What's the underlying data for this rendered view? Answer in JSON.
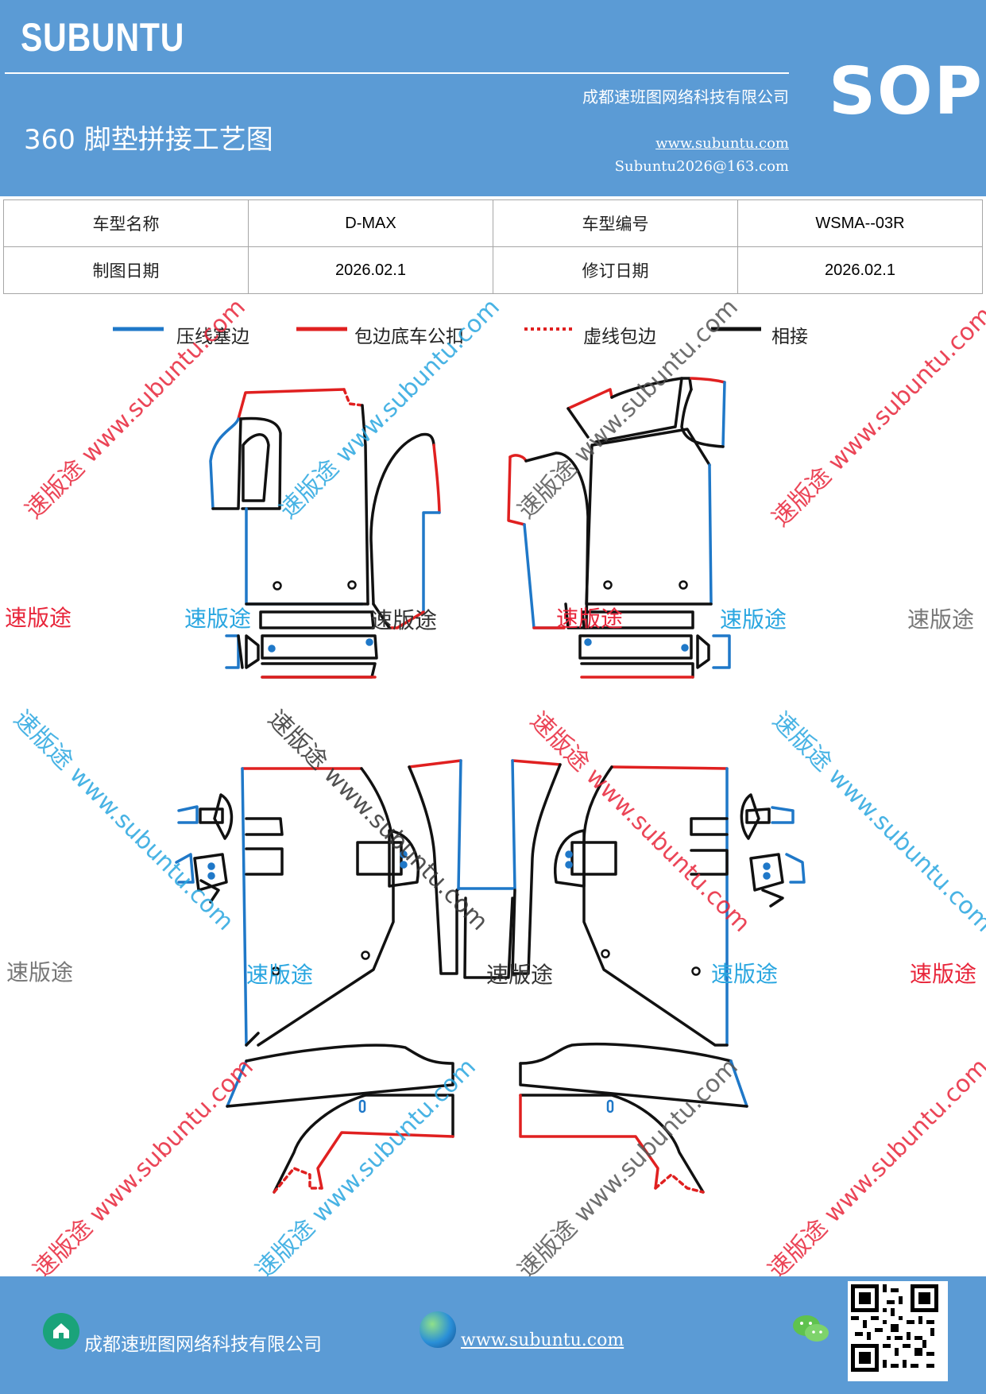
{
  "header": {
    "brand": "SUBUNTU",
    "doc_type": "SOP",
    "title": "360 脚垫拼接工艺图",
    "company": "成都速班图网络科技有限公司",
    "website": "www.subuntu.com",
    "email": "Subuntu2026@163.com"
  },
  "info_table": {
    "model_name_label": "车型名称",
    "model_name_value": "D-MAX",
    "model_code_label": "车型编号",
    "model_code_value": "WSMA--03R",
    "draw_date_label": "制图日期",
    "draw_date_value": "2026.02.1",
    "revise_date_label": "修订日期",
    "revise_date_value": "2026.02.1"
  },
  "legend": [
    {
      "label": "压线塞边",
      "color": "#1F78C8",
      "style": "solid"
    },
    {
      "label": "包边底车公扣",
      "color": "#E02020",
      "style": "solid"
    },
    {
      "label": "虚线包边",
      "color": "#E02020",
      "style": "dotted"
    },
    {
      "label": "相接",
      "color": "#111111",
      "style": "solid"
    }
  ],
  "watermarks": {
    "url_text": "速版途 www.subuntu.com",
    "brand_text": "速版途"
  },
  "footer": {
    "company": "成都速班图网络科技有限公司",
    "website": "www.subuntu.com"
  },
  "colors": {
    "header_bg": "#5B9BD5",
    "blue_line": "#1F78C8",
    "red_line": "#E02020",
    "black_line": "#111111"
  }
}
